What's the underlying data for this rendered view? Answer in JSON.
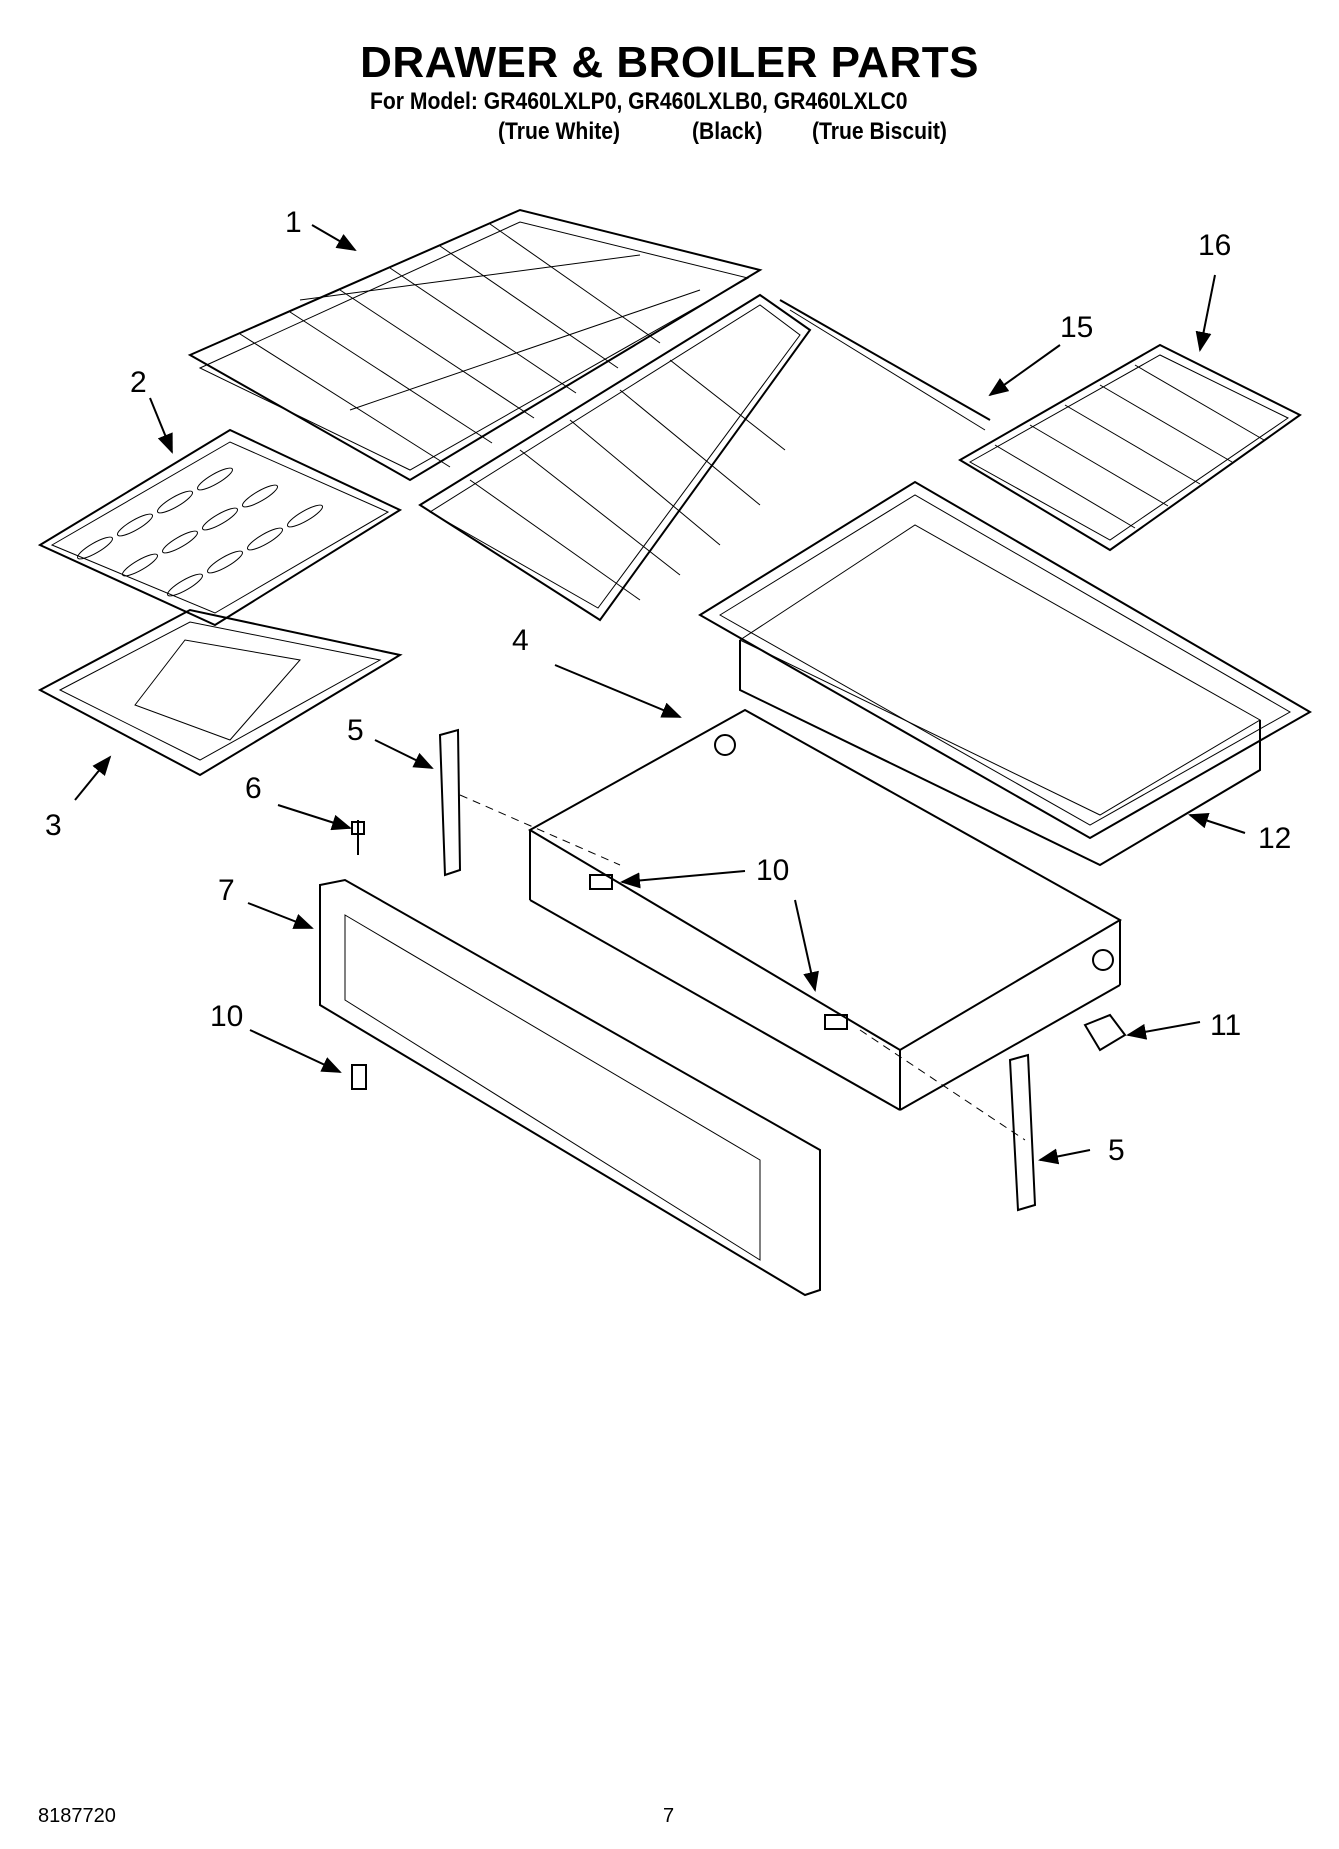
{
  "header": {
    "title": "DRAWER & BROILER PARTS",
    "model_line": "For Model: GR460LXLP0, GR460LXLB0, GR460LXLC0",
    "colors": [
      "(True White)",
      "(Black)",
      "(True Biscuit)"
    ]
  },
  "callouts": [
    {
      "id": "c1",
      "label": "1"
    },
    {
      "id": "c2",
      "label": "2"
    },
    {
      "id": "c3",
      "label": "3"
    },
    {
      "id": "c4",
      "label": "4"
    },
    {
      "id": "c5a",
      "label": "5"
    },
    {
      "id": "c5b",
      "label": "5"
    },
    {
      "id": "c6",
      "label": "6"
    },
    {
      "id": "c7",
      "label": "7"
    },
    {
      "id": "c10a",
      "label": "10"
    },
    {
      "id": "c10b",
      "label": "10"
    },
    {
      "id": "c11",
      "label": "11"
    },
    {
      "id": "c12",
      "label": "12"
    },
    {
      "id": "c15",
      "label": "15"
    },
    {
      "id": "c16",
      "label": "16"
    }
  ],
  "footer": {
    "doc_number": "8187720",
    "page_number": "7"
  }
}
